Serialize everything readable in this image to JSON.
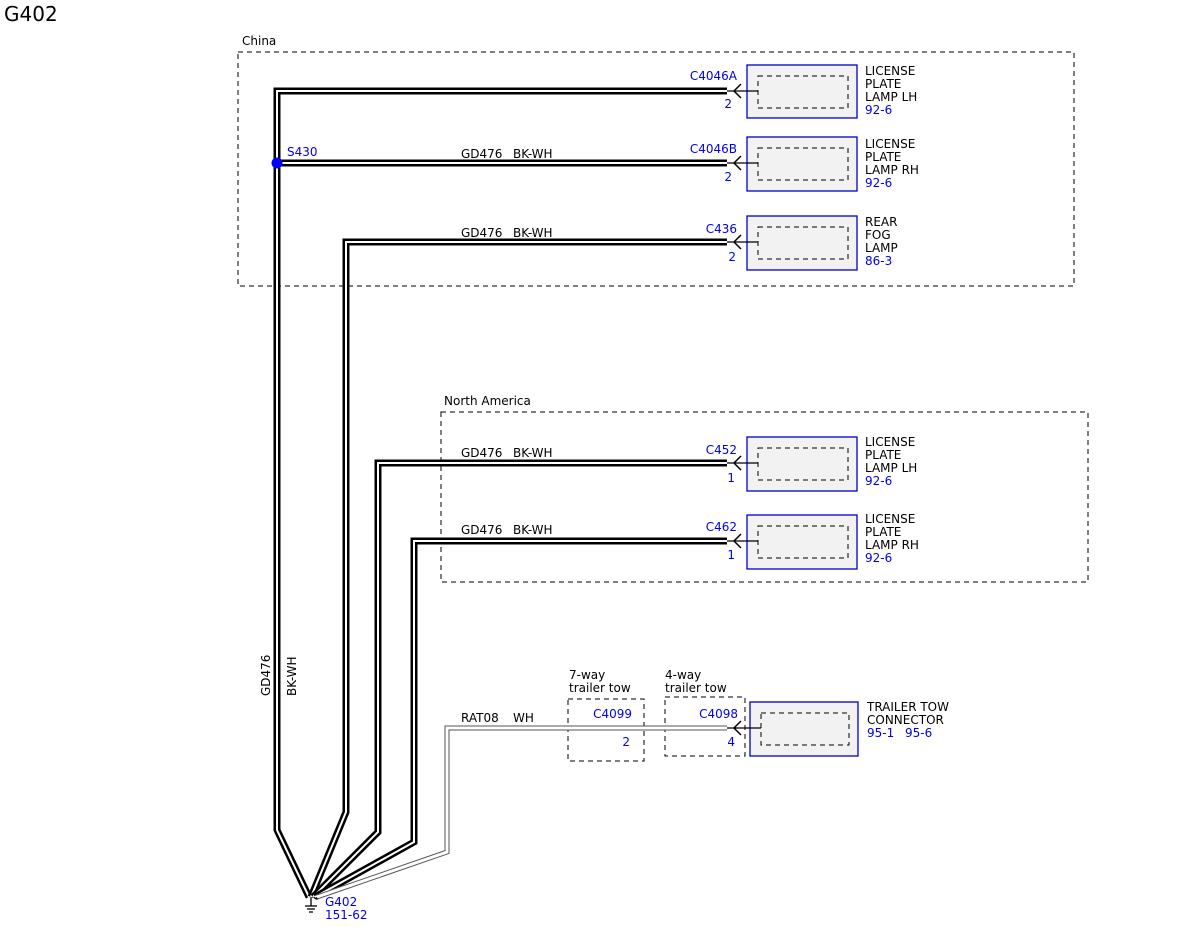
{
  "title": "G402",
  "regions": {
    "china": "China",
    "north_america": "North America",
    "seven_way": [
      "7-way",
      "trailer tow"
    ],
    "four_way": [
      "4-way",
      "trailer tow"
    ]
  },
  "wire_labels": {
    "gd476": "GD476",
    "bkwh": "BK-WH",
    "rat08": "RAT08",
    "wh": "WH"
  },
  "splice": {
    "id": "S430"
  },
  "ground": {
    "id": "G402",
    "ref": "151-62"
  },
  "connectors": [
    {
      "id": "C4046A",
      "pin": "2",
      "lines": [
        "LICENSE",
        "PLATE",
        "LAMP LH"
      ],
      "ref": "92-6"
    },
    {
      "id": "C4046B",
      "pin": "2",
      "lines": [
        "LICENSE",
        "PLATE",
        "LAMP RH"
      ],
      "ref": "92-6"
    },
    {
      "id": "C436",
      "pin": "2",
      "lines": [
        "REAR",
        "FOG",
        "LAMP"
      ],
      "ref": "86-3"
    },
    {
      "id": "C452",
      "pin": "1",
      "lines": [
        "LICENSE",
        "PLATE",
        "LAMP LH"
      ],
      "ref": "92-6"
    },
    {
      "id": "C462",
      "pin": "1",
      "lines": [
        "LICENSE",
        "PLATE",
        "LAMP RH"
      ],
      "ref": "92-6"
    }
  ],
  "trailer": {
    "c4099": {
      "id": "C4099",
      "pin": "2"
    },
    "c4098": {
      "id": "C4098",
      "pin": "4"
    },
    "lines": [
      "TRAILER TOW",
      "CONNECTOR"
    ],
    "ref1": "95-1",
    "ref2": "95-6"
  },
  "colors": {
    "wire": "#000000",
    "ref_text": "#0000ee",
    "component_border": "#0000cc",
    "splice": "#0000ff"
  }
}
